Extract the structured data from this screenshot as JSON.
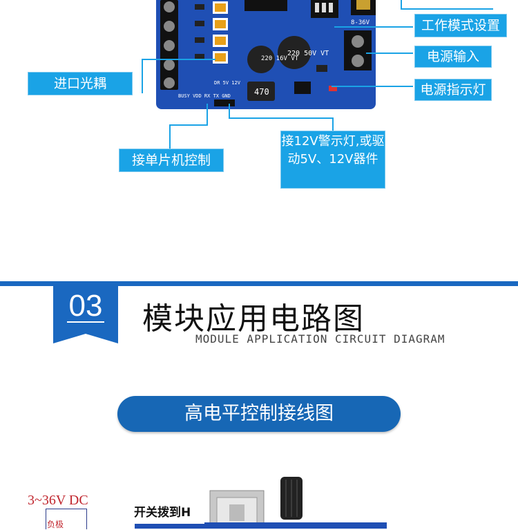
{
  "callouts": {
    "optocoupler": "进口光耦",
    "work_mode": "工作模式设置",
    "power_input": "电源输入",
    "power_led": "电源指示灯",
    "mcu_control": "接单片机控制",
    "warning_light": "接12V警示灯,或驱动5V、12V器件"
  },
  "board": {
    "cap1": "220 16V VT",
    "cap2": "220 50V VT",
    "inductor": "470",
    "pins_left": "BUSY VDD RX TX GND",
    "pins_right": "DR 5V 12V",
    "voltage_range": "8-36V"
  },
  "section": {
    "number": "03",
    "title": "模块应用电路图",
    "subtitle": "MODULE APPLICATION CIRCUIT DIAGRAM",
    "banner": "高电平控制接线图"
  },
  "circuit": {
    "voltage_label": "3~36V DC",
    "negative_label": "负极",
    "switch_label": "开关拨到H"
  }
}
